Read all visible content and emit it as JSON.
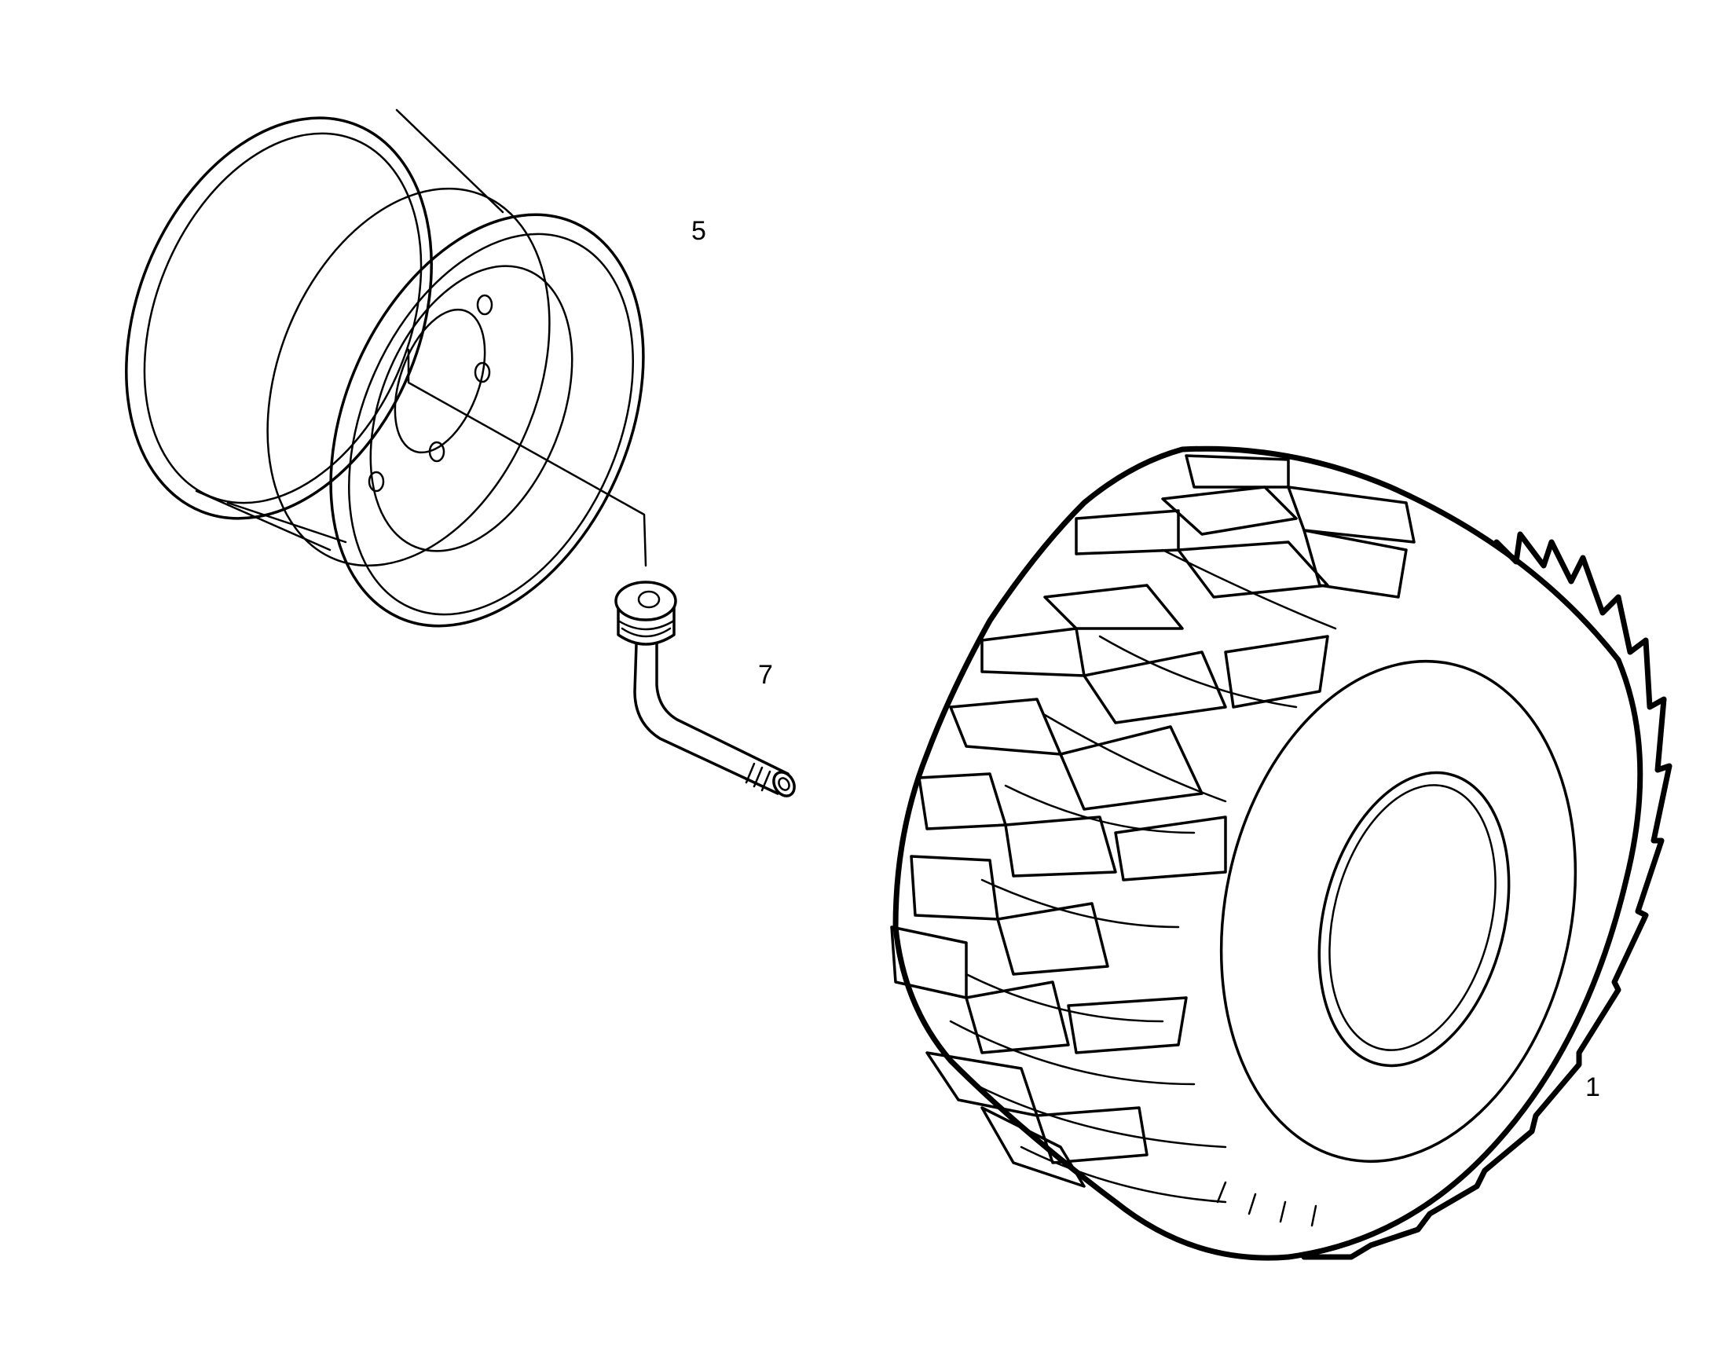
{
  "diagram": {
    "parts": [
      {
        "id": "rim",
        "callout": "5",
        "icon": "wheel-rim-icon"
      },
      {
        "id": "valve",
        "callout": "7",
        "icon": "valve-stem-icon"
      },
      {
        "id": "tire",
        "callout": "1",
        "icon": "tire-icon"
      }
    ],
    "colors": {
      "line": "#000000",
      "background": "#ffffff"
    }
  }
}
